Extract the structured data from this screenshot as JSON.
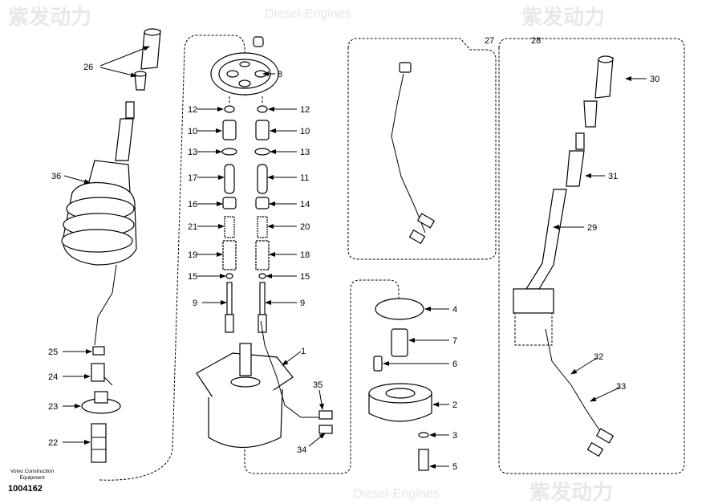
{
  "watermark": {
    "cn": "紫发动力",
    "en": "Diesel-Engines"
  },
  "footer": {
    "brand": "Volvo Construction Equipment",
    "doc_number": "1004162"
  },
  "panels": {
    "left_panel_label": "27",
    "right_panel_label": "28"
  },
  "callouts": {
    "c26": "26",
    "c36": "36",
    "c25": "25",
    "c24": "24",
    "c23": "23",
    "c22": "22",
    "c8": "8",
    "c12l": "12",
    "c12r": "12",
    "c10l": "10",
    "c10r": "10",
    "c13l": "13",
    "c13r": "13",
    "c17": "17",
    "c11": "11",
    "c16": "16",
    "c14": "14",
    "c21": "21",
    "c20": "20",
    "c19": "19",
    "c18": "18",
    "c15l": "15",
    "c15r": "15",
    "c9l": "9",
    "c9r": "9",
    "c1": "1",
    "c35": "35",
    "c34": "34",
    "c30": "30",
    "c31": "31",
    "c29": "29",
    "c32": "32",
    "c33": "33",
    "c4": "4",
    "c7": "7",
    "c6": "6",
    "c2": "2",
    "c3": "3",
    "c5": "5"
  }
}
